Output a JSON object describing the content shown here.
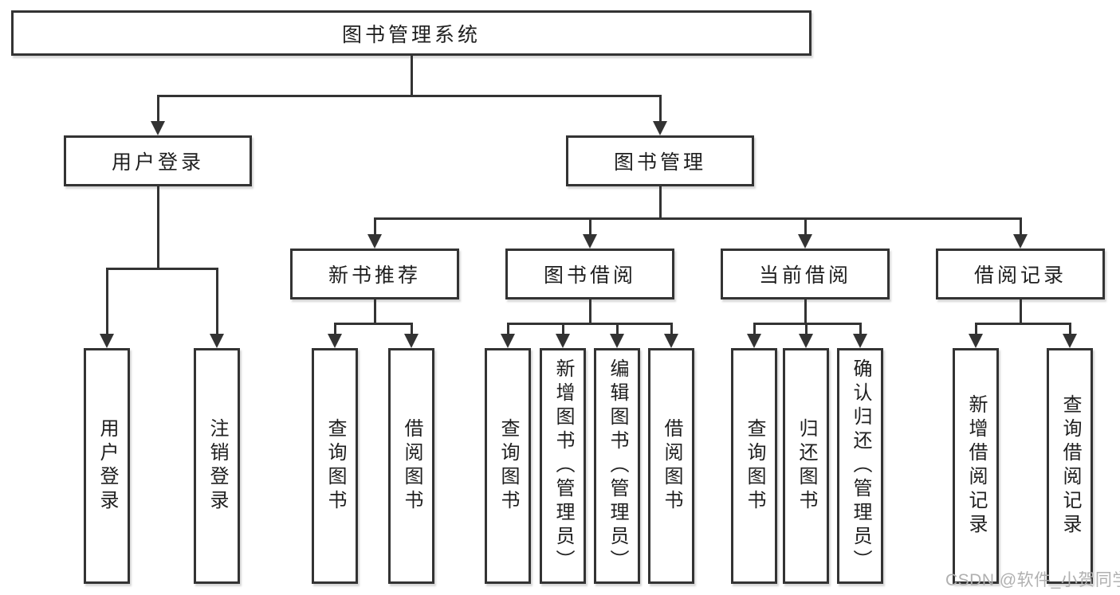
{
  "diagram": {
    "root": {
      "label": "图书管理系统"
    },
    "branches": {
      "user_login": {
        "label": "用户登录"
      },
      "book_management": {
        "label": "图书管理"
      }
    },
    "modules": {
      "new_book": {
        "label": "新书推荐"
      },
      "borrow": {
        "label": "图书借阅"
      },
      "current": {
        "label": "当前借阅"
      },
      "records": {
        "label": "借阅记录"
      }
    },
    "leaves": {
      "login": {
        "label": "用户登录"
      },
      "logout": {
        "label": "注销登录"
      },
      "nb_query": {
        "label": "查询图书"
      },
      "nb_borrow": {
        "label": "借阅图书"
      },
      "bw_query": {
        "label": "查询图书"
      },
      "bw_add": {
        "label": "新增图书（管理员）"
      },
      "bw_edit": {
        "label": "编辑图书（管理员）"
      },
      "bw_borrow": {
        "label": "借阅图书"
      },
      "cur_query": {
        "label": "查询图书"
      },
      "cur_return": {
        "label": "归还图书"
      },
      "cur_confirm": {
        "label": "确认归还（管理员）"
      },
      "rec_add": {
        "label": "新增借阅记录"
      },
      "rec_query": {
        "label": "查询借阅记录"
      }
    }
  },
  "watermark": {
    "text": "CSDN @软件_小贺同学"
  },
  "colors": {
    "line": "#333333",
    "box_border": "#333333",
    "box_background": "#ffffff",
    "text": "#1f1f1f",
    "watermark": "#b0b0b0"
  }
}
